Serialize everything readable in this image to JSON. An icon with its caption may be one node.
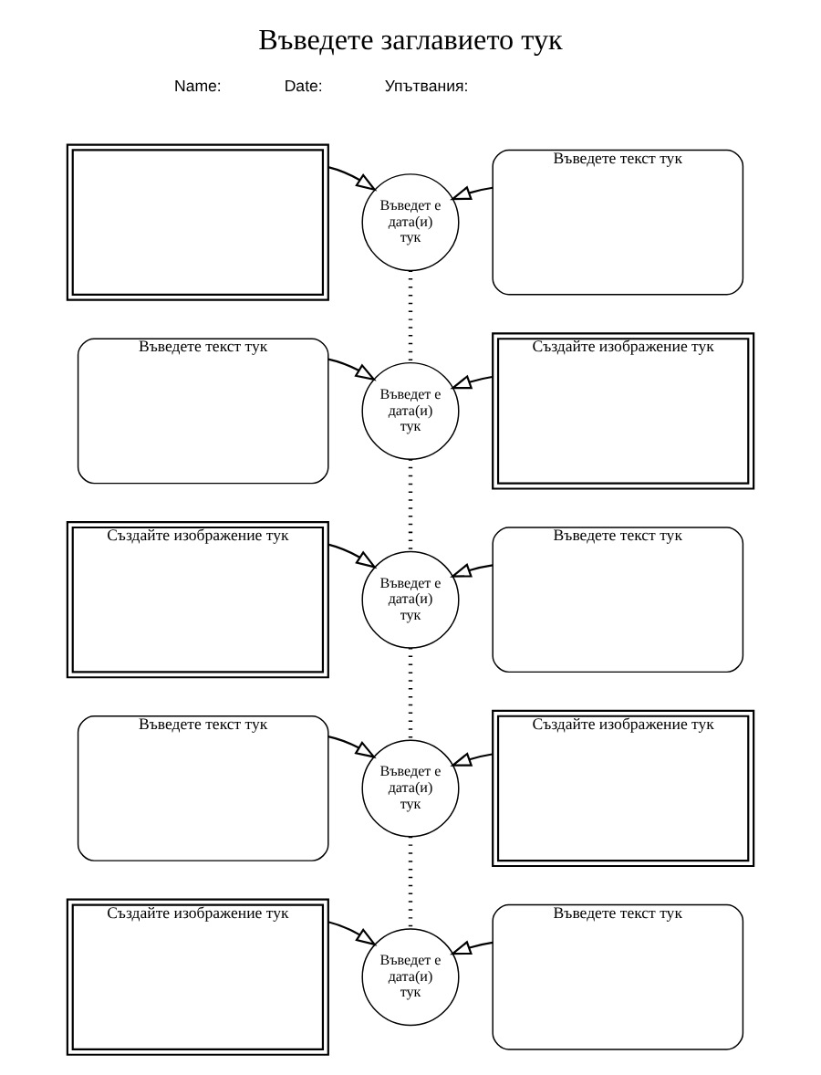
{
  "diagram": {
    "title": "Въведете заглавието тук",
    "nodes": [
      {
        "text": [],
        "shape": "box"
      },
      {
        "text": [
          "Въведет е дата(и) тук"
        ]
      },
      {
        "text": [
          "Въведете текст тук"
        ]
      },
      {
        "text": [
          "Въведете текст тук"
        ]
      },
      {
        "text": [
          "Въведет е дата(и) тук"
        ]
      },
      {
        "text": [
          "Създайте изображение тук"
        ]
      },
      {
        "text": [
          "Създайте изображение тук"
        ]
      },
      {
        "text": [
          "Въведет е дата(и) тук"
        ]
      },
      {
        "text": [
          "Въведете текст тук"
        ]
      },
      {
        "text": [
          "Въведете текст тук"
        ]
      },
      {
        "text": [
          "Въведет е дата(и) тук"
        ]
      },
      {
        "text": [
          "Създайте изображение тук"
        ]
      },
      {
        "text": [
          "Създайте изображение тук"
        ]
      },
      {
        "text": [
          "Въведет е дата(и) тук"
        ]
      },
      {
        "text": [
          "Въведете текст тук"
        ]
      }
    ],
    "edges": [
      {
        "from": 0,
        "to": 1,
        "arrow": "to"
      },
      {
        "from": 2,
        "to": 1,
        "arrow": "to"
      },
      {
        "from": 1,
        "to": 4,
        "arrow": "none",
        "style": "dashed"
      },
      {
        "from": 3,
        "to": 4,
        "arrow": "to"
      },
      {
        "from": 5,
        "to": 4,
        "arrow": "to"
      },
      {
        "from": 4,
        "to": 7,
        "arrow": "none",
        "style": "dashed"
      },
      {
        "from": 6,
        "to": 7,
        "arrow": "to"
      },
      {
        "from": 8,
        "to": 7,
        "arrow": "to"
      },
      {
        "from": 7,
        "to": 10,
        "arrow": "none",
        "style": "dashed"
      },
      {
        "from": 9,
        "to": 10,
        "arrow": "to"
      },
      {
        "from": 11,
        "to": 10,
        "arrow": "to"
      },
      {
        "from": 10,
        "to": 13,
        "arrow": "none",
        "style": "dashed"
      },
      {
        "from": 12,
        "to": 13,
        "arrow": "to"
      },
      {
        "from": 14,
        "to": 13,
        "arrow": "to"
      }
    ],
    "labels": [
      "Name:",
      "Date:",
      "Упътвания:"
    ]
  }
}
